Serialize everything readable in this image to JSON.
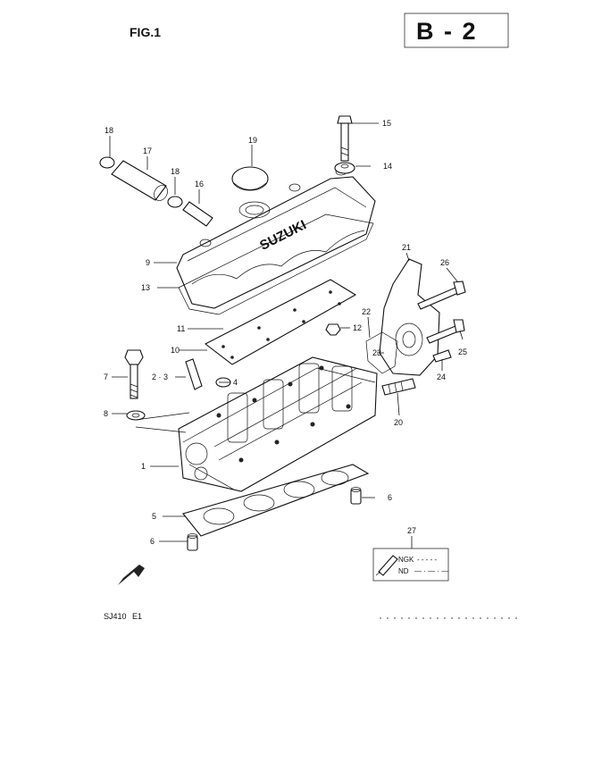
{
  "figure": "FIG.1",
  "section": "B - 2",
  "model": "SJ410",
  "model_code": "E1",
  "cover_brand": "SUZUKI",
  "fwd_label": "FWD",
  "callouts": [
    {
      "id": "c1",
      "text": "1"
    },
    {
      "id": "c23",
      "text": "2 · 3"
    },
    {
      "id": "c4",
      "text": "4"
    },
    {
      "id": "c5",
      "text": "5"
    },
    {
      "id": "c6a",
      "text": "6"
    },
    {
      "id": "c6b",
      "text": "6"
    },
    {
      "id": "c7",
      "text": "7"
    },
    {
      "id": "c8",
      "text": "8"
    },
    {
      "id": "c9",
      "text": "9"
    },
    {
      "id": "c10",
      "text": "10"
    },
    {
      "id": "c11",
      "text": "11"
    },
    {
      "id": "c12",
      "text": "12"
    },
    {
      "id": "c13",
      "text": "13"
    },
    {
      "id": "c14",
      "text": "14"
    },
    {
      "id": "c15",
      "text": "15"
    },
    {
      "id": "c16",
      "text": "16"
    },
    {
      "id": "c17",
      "text": "17"
    },
    {
      "id": "c18a",
      "text": "18"
    },
    {
      "id": "c18b",
      "text": "18"
    },
    {
      "id": "c19",
      "text": "19"
    },
    {
      "id": "c20",
      "text": "20"
    },
    {
      "id": "c21",
      "text": "21"
    },
    {
      "id": "c22",
      "text": "22"
    },
    {
      "id": "c23b",
      "text": "23"
    },
    {
      "id": "c24",
      "text": "24"
    },
    {
      "id": "c25",
      "text": "25"
    },
    {
      "id": "c26",
      "text": "26"
    },
    {
      "id": "c27",
      "text": "27"
    }
  ],
  "spark_plug_legend": [
    {
      "brand": "NGK",
      "line": "- - - - -"
    },
    {
      "brand": "ND",
      "line": "— · — · —"
    }
  ]
}
